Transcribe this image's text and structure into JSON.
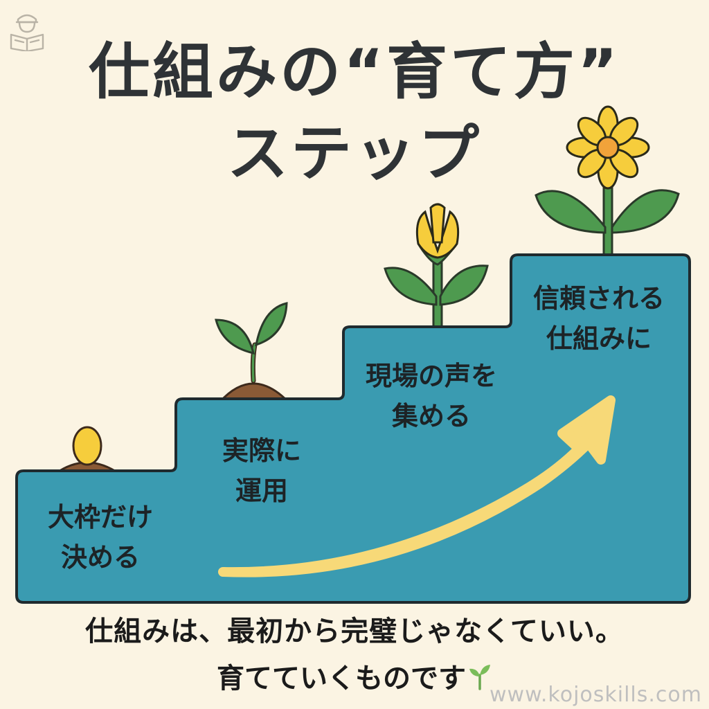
{
  "title": {
    "line1": "仕組みの“育て方”",
    "line2": "ステップ"
  },
  "steps": [
    {
      "line1": "大枠だけ",
      "line2": "決める",
      "stage_icon": "seed-icon"
    },
    {
      "line1": "実際に",
      "line2": "運用",
      "stage_icon": "sprout-icon"
    },
    {
      "line1": "現場の声を",
      "line2": "集める",
      "stage_icon": "bud-icon"
    },
    {
      "line1": "信頼される",
      "line2": "仕組みに",
      "stage_icon": "flower-icon"
    }
  ],
  "caption": {
    "line1": "仕組みは、最初から完璧じゃなくていい。",
    "line2": "育てていくものです"
  },
  "website": "www.kojoskills.com",
  "colors": {
    "background": "#fbf4e3",
    "stairs": "#3a9bb1",
    "arrow": "#f7d978",
    "leaf": "#4e9a4f",
    "petal": "#f6cd3c",
    "soil": "#8a5a36"
  },
  "icons": {
    "logo": "reading-person-icon",
    "growth_arrow": "growth-arrow-icon",
    "caption_emoji": "sprout-emoji-icon"
  }
}
